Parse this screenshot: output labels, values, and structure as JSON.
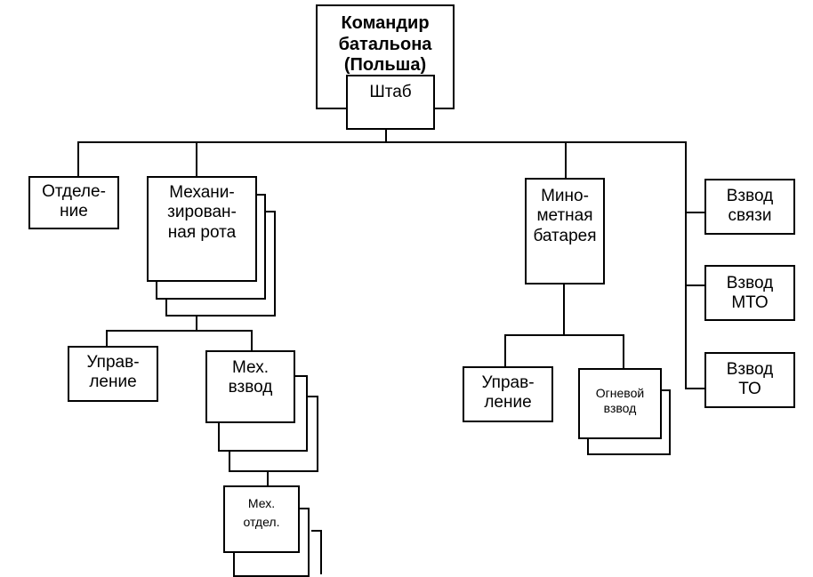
{
  "diagram": {
    "commander": "Командир\nбатальона\n(Польша)",
    "staff": "Штаб",
    "section": "Отделе-\nние",
    "mech_company": "Механи-\nзирован-\nная рота",
    "mortar_battery": "Мино-\nметная\nбатарея",
    "signal_platoon": "Взвод\nсвязи",
    "mto_platoon": "Взвод\nМТО",
    "to_platoon": "Взвод\nТО",
    "company_hq": "Управ-\nление",
    "mech_platoon": "Мех.\nвзвод",
    "battery_hq": "Управ-\nление",
    "fire_platoon": "Огневой\nвзвод",
    "mech_squad": "Мех.\nотдел."
  }
}
